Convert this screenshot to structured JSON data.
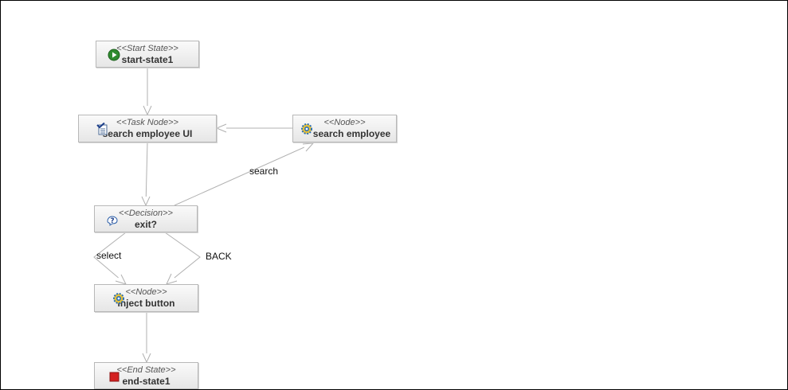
{
  "nodes": {
    "start": {
      "stereotype": "<<Start State>>",
      "name": "start-state1",
      "icon": "play-icon"
    },
    "search_ui": {
      "stereotype": "<<Task Node>>",
      "name": "search employee UI",
      "icon": "task-icon"
    },
    "search_employee": {
      "stereotype": "<<Node>>",
      "name": "search employee",
      "icon": "gear-icon"
    },
    "decision": {
      "stereotype": "<<Decision>>",
      "name": "exit?",
      "icon": "decision-icon"
    },
    "inject": {
      "stereotype": "<<Node>>",
      "name": "inject button",
      "icon": "gear-icon"
    },
    "end": {
      "stereotype": "<<End State>>",
      "name": "end-state1",
      "icon": "stop-icon"
    }
  },
  "transitions": {
    "search": "search",
    "select": "select",
    "back": "BACK"
  },
  "colors": {
    "line": "#b0b0b0",
    "start_icon": "#2e8b2e",
    "end_icon": "#d42020",
    "gear_icon": "#2a6fb5"
  }
}
